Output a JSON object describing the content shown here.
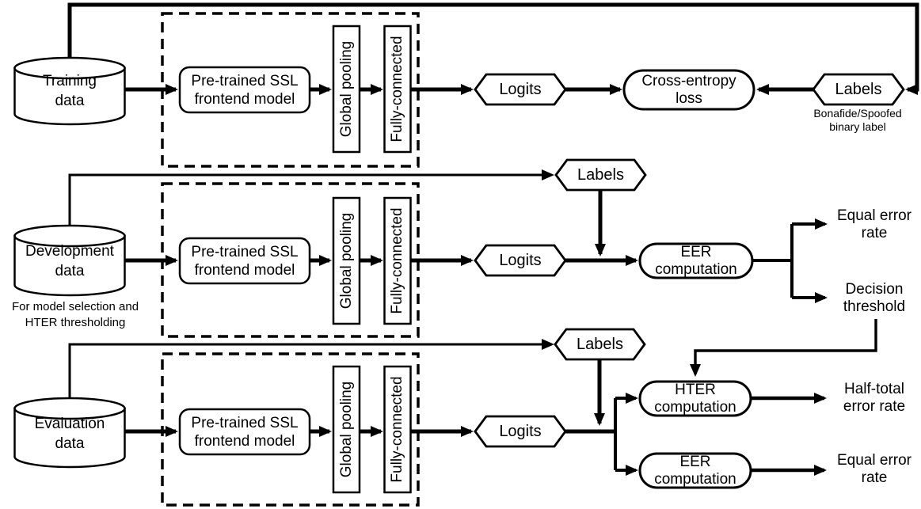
{
  "colors": {
    "ink": "#000000",
    "background": "#ffffff"
  },
  "shared": {
    "ssl_model_label": "Pre-trained SSL\nfrontend model",
    "global_pooling_label": "Global pooling",
    "fully_connected_label": "Fully-connected",
    "logits_label": "Logits",
    "labels_label": "Labels"
  },
  "training_row": {
    "datastore_label": "Training\ndata",
    "cross_entropy_label": "Cross-entropy\nloss",
    "labels_caption": "Bonafide/Spoofed\nbinary label"
  },
  "development_row": {
    "datastore_label": "Development\ndata",
    "datastore_caption": "For model selection and\nHTER thresholding",
    "eer_computation_label": "EER\ncomputation",
    "equal_error_rate_label": "Equal error\nrate",
    "decision_threshold_label": "Decision\nthreshold"
  },
  "evaluation_row": {
    "datastore_label": "Evaluation\ndata",
    "hter_computation_label": "HTER\ncomputation",
    "eer_computation_label": "EER\ncomputation",
    "half_total_error_rate_label": "Half-total\nerror rate",
    "equal_error_rate_label": "Equal error\nrate"
  }
}
